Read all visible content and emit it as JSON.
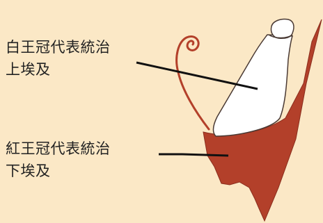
{
  "labels": {
    "white_crown": {
      "line1": "白王冠代表統治",
      "line2": "上埃及"
    },
    "red_crown": {
      "line1": "紅王冠代表統治",
      "line2": "下埃及"
    }
  },
  "colors": {
    "background": "#fbe8c6",
    "red_crown": "#b3402a",
    "white_crown": "#ffffff",
    "outline": "#4a3a34",
    "leader": "#111111"
  }
}
